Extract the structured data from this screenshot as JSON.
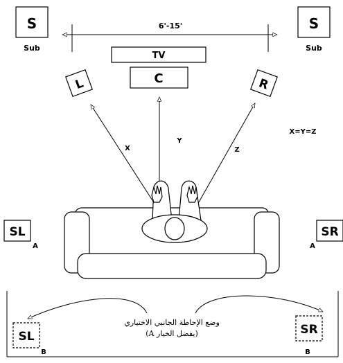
{
  "speakers": {
    "sub_left": {
      "letter": "S",
      "caption": "Sub"
    },
    "sub_right": {
      "letter": "S",
      "caption": "Sub"
    },
    "front_left": {
      "letter": "L"
    },
    "front_right": {
      "letter": "R"
    },
    "center": {
      "letter": "C"
    },
    "tv": {
      "label": "TV"
    },
    "surround_left_a": {
      "letter": "SL",
      "position": "A"
    },
    "surround_right_a": {
      "letter": "SR",
      "position": "A"
    },
    "surround_left_b": {
      "letter": "SL",
      "position": "B"
    },
    "surround_right_b": {
      "letter": "SR",
      "position": "B"
    }
  },
  "distance": {
    "label": "6'-15'"
  },
  "paths": {
    "x": "X",
    "y": "Y",
    "z": "Z",
    "equality": "X=Y=Z"
  },
  "optional_note": {
    "line1": "وضع الإحاطة الجانبي الاختياري",
    "line2": "(يفضل الخيار A)"
  },
  "colors": {
    "stroke": "#000000",
    "background": "#ffffff"
  }
}
